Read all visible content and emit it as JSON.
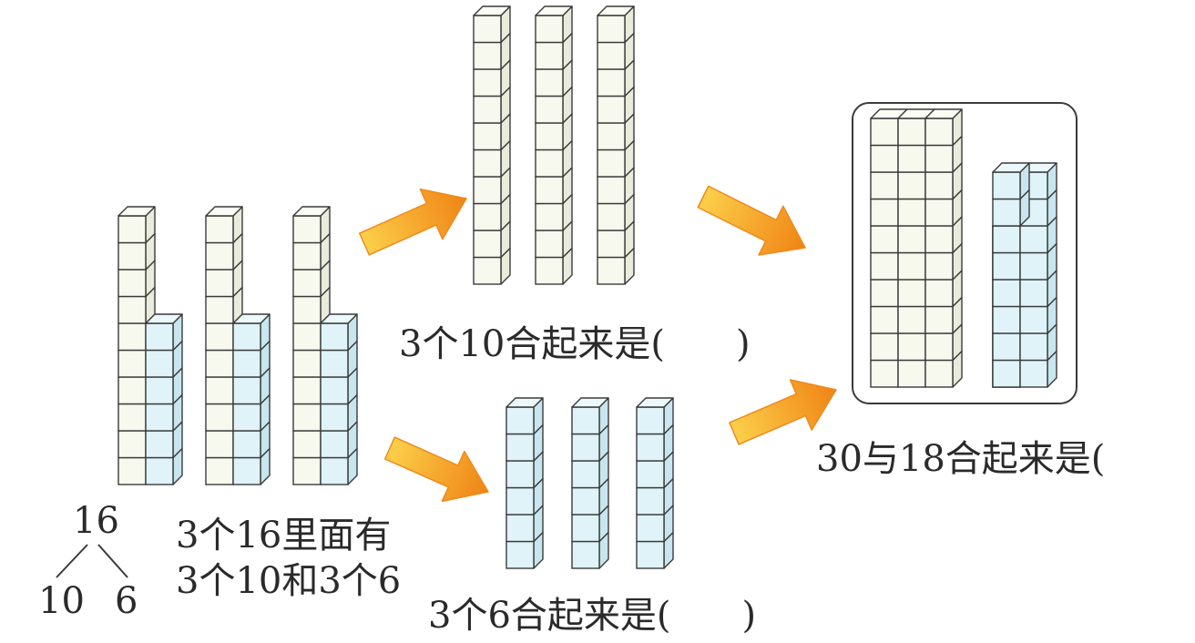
{
  "colors": {
    "white_cube_front": "#f7f9ee",
    "white_cube_side": "#e9ecdc",
    "white_cube_top": "#fbfcf4",
    "blue_cube_front": "#dff3f8",
    "blue_cube_side": "#c7e6ef",
    "blue_cube_top": "#ecf8fb",
    "outline": "#3a3a3a",
    "arrow_light": "#fcc441",
    "arrow_dark": "#ef8a1a",
    "text": "#2a2a2a"
  },
  "groups": {
    "start": {
      "count": 3,
      "tens_cubes": 10,
      "ones_cubes": 6
    },
    "tens": {
      "count": 3,
      "cubes_per_rod": 10
    },
    "ones": {
      "count": 3,
      "cubes_per_rod": 6
    },
    "result": {
      "tens_rods": 3,
      "tens_cubes": 10,
      "ones_columns": [
        3,
        2
      ],
      "ones_cubes_per_column": 6
    }
  },
  "labels": {
    "tree_top": "16",
    "tree_left": "10",
    "tree_right": "6",
    "start_line1": "3个16里面有",
    "start_line2": "3个10和3个6",
    "tens_q": "3个10合起来是(",
    "tens_q_close": ")",
    "ones_q": "3个6合起来是(",
    "ones_q_close": ")",
    "sum_q": "30与18合起来是("
  }
}
